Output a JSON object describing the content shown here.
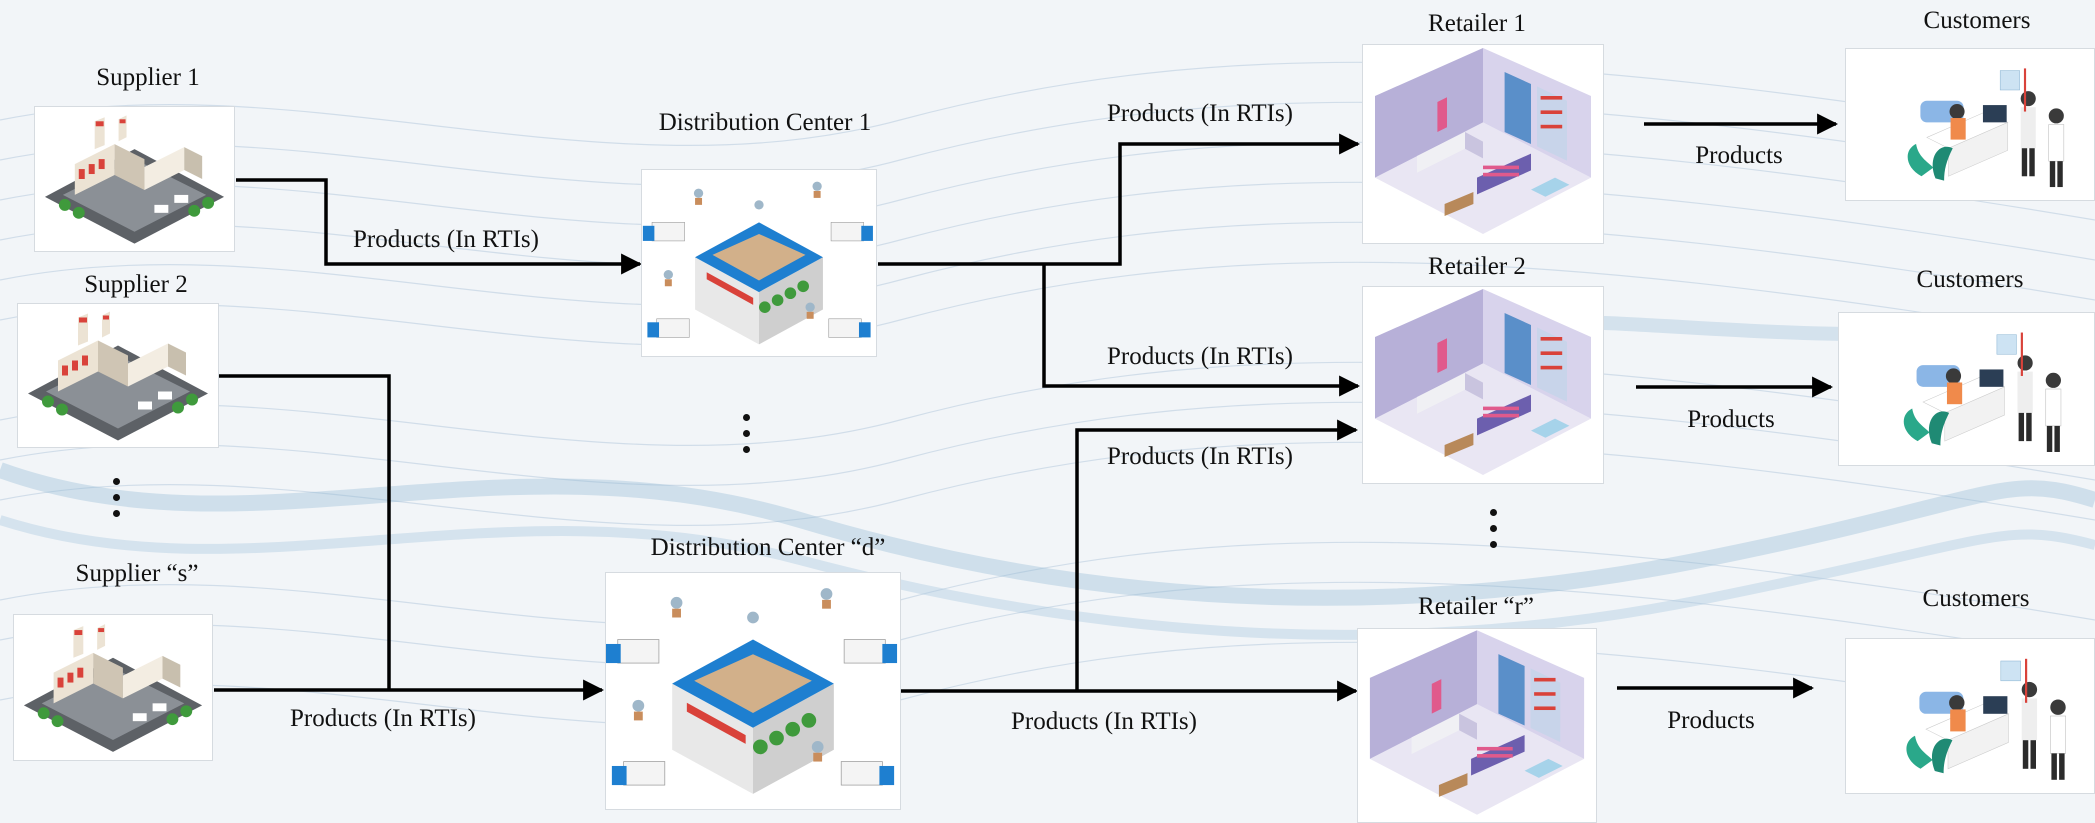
{
  "suppliers": {
    "s1": "Supplier 1",
    "s2": "Supplier 2",
    "ss": "Supplier “s”"
  },
  "distribution_centers": {
    "d1": "Distribution Center 1",
    "dd": "Distribution Center “d”"
  },
  "retailers": {
    "r1": "Retailer 1",
    "r2": "Retailer 2",
    "rr": "Retailer “r”"
  },
  "customers": {
    "c1": "Customers",
    "c2": "Customers",
    "c3": "Customers"
  },
  "flows": {
    "s1_d1": "Products (In RTIs)",
    "s_dd": "Products (In RTIs)",
    "d1_r1": "Products (In RTIs)",
    "d1_r2": "Products (In RTIs)",
    "dd_r2": "Products (In RTIs)",
    "dd_rr": "Products (In RTIs)",
    "r1_c": "Products",
    "r2_c": "Products",
    "rr_c": "Products"
  },
  "icons": {
    "supplier": "factory-icon",
    "distribution": "warehouse-icon",
    "retailer": "store-interior-icon",
    "customer": "checkout-counter-icon"
  },
  "colors": {
    "arrow": "#000000",
    "background": "#f2f5f8",
    "wave": "#b9cfe0",
    "truck_blue": "#1e7fd0",
    "factory_red": "#d9423a"
  }
}
